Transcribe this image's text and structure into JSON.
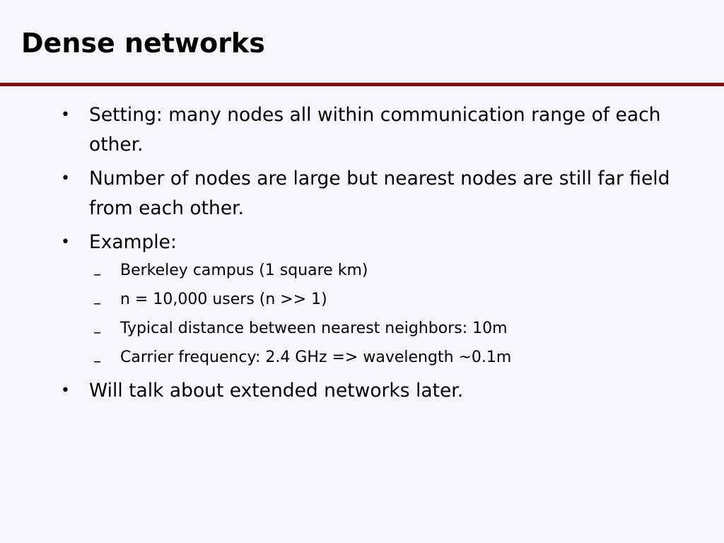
{
  "slide": {
    "title": "Dense networks",
    "accent_color": "#7a0f12",
    "bullet_marker": "•",
    "sub_marker": "–",
    "bullets": [
      {
        "text": "Setting: many nodes all within communication range of each other."
      },
      {
        "text": "Number of nodes are large but nearest nodes are still far field from each other."
      },
      {
        "text": "Example:",
        "subitems": [
          "Berkeley campus (1 square km)",
          "n = 10,000 users (n >> 1)",
          "Typical distance between nearest neighbors: 10m",
          "Carrier frequency: 2.4 GHz => wavelength ~0.1m"
        ]
      },
      {
        "text": "Will talk about extended networks later."
      }
    ]
  }
}
